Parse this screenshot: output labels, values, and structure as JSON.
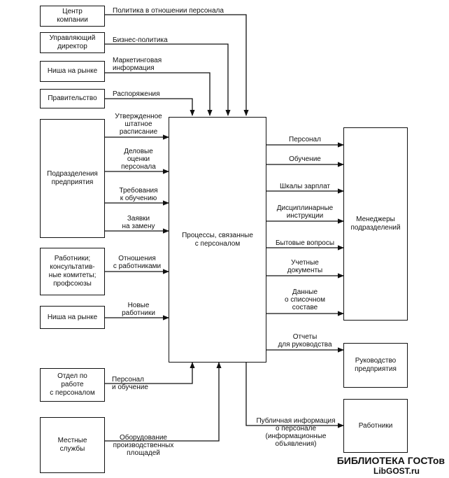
{
  "boxes": {
    "center_company": "Центр\nкомпании",
    "managing_director": "Управляющий\nдиректор",
    "market_niche_top": "Ниша на рынке",
    "government": "Правительство",
    "divisions": "Подразделения\nпредприятия",
    "workers_committees": "Работники;\nконсультатив-\nные комитеты;\nпрофсоюзы",
    "market_niche_bottom": "Ниша на рынке",
    "hr_department": "Отдел по\nработе\nс персоналом",
    "local_services": "Местные\nслужбы",
    "processes": "Процессы, связанные\nс персоналом",
    "division_managers": "Менеджеры\nподразделений",
    "company_management": "Руководство\nпредприятия",
    "workers": "Работники"
  },
  "inputs": {
    "personnel_policy": "Политика в отношении персонала",
    "business_policy": "Бизнес-политика",
    "marketing_info": "Маркетинговая\nинформация",
    "orders": "Распоряжения",
    "approved_staffing": "Утвержденное\nштатное\nрасписание",
    "business_assessments": "Деловые\nоценки\nперсонала",
    "training_requirements": "Требования\nк обучению",
    "replacement_requests": "Заявки\nна замену",
    "worker_relations": "Отношения\nс работниками",
    "new_workers": "Новые\nработники",
    "personnel_and_training": "Персонал\nи обучение",
    "production_equipment": "Оборудование\nпроизводственных\nплощадей"
  },
  "outputs": {
    "personnel": "Персонал",
    "training": "Обучение",
    "salary_scales": "Шкалы зарплат",
    "disciplinary": "Дисциплинарные\nинструкции",
    "household": "Бытовые вопросы",
    "records": "Учетные\nдокументы",
    "headcount_data": "Данные\nо списочном\nсоставе",
    "management_reports": "Отчеты\nдля руководства",
    "public_info": "Публичная информация\nо персонале\n(информационные\nобъявления)"
  },
  "watermark": {
    "line1": "БИБЛИОТЕКА ГОСТов",
    "line2": "LibGOST.ru"
  }
}
